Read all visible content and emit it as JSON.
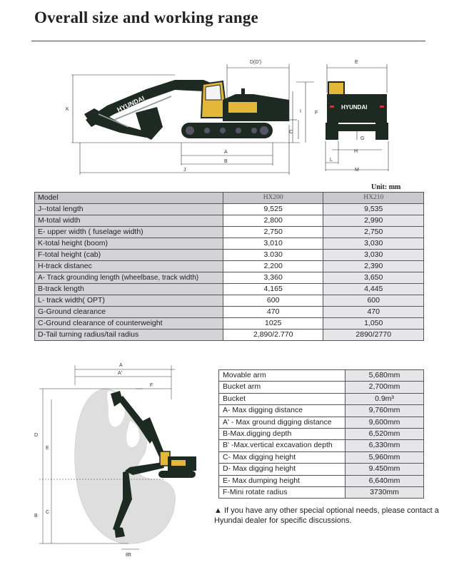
{
  "title": "Overall size and working range",
  "unit_label": "Unit: mm",
  "diagram_labels": {
    "top": {
      "dd": "D(D')",
      "e": "E",
      "k": "K",
      "i": "I",
      "f": "F",
      "c": "C",
      "a": "A",
      "b": "B",
      "j": "J",
      "g": "G",
      "h": "H",
      "l": "L",
      "m": "M",
      "brand_side": "HYUNDAI",
      "brand_rear": "HYUNDAI"
    },
    "bottom": {
      "a": "A",
      "a_prime": "A'",
      "f": "F",
      "d": "D",
      "e": "E",
      "b": "B",
      "c": "C",
      "eight_ft": "8ft"
    }
  },
  "spec_table": {
    "header": {
      "label": "Model",
      "col1": "HX200",
      "col2": "HX210"
    },
    "rows": [
      {
        "label": "J--total length",
        "v1": "9,525",
        "v2": "9,535"
      },
      {
        "label": "M-total width",
        "v1": "2,800",
        "v2": "2,990"
      },
      {
        "label": "E- upper width ( fuselage width)",
        "v1": "2,750",
        "v2": "2,750"
      },
      {
        "label": "K-total height (boom)",
        "v1": "3,010",
        "v2": "3,030"
      },
      {
        "label": "F-total height (cab)",
        "v1": "3.030",
        "v2": "3,030"
      },
      {
        "label": "H-track distanec",
        "v1": "2,200",
        "v2": "2,390"
      },
      {
        "label": "A- Track grounding length (wheelbase, track width)",
        "v1": "3,360",
        "v2": "3,650"
      },
      {
        "label": "B-track length",
        "v1": "4,165",
        "v2": "4,445"
      },
      {
        "label": "L- track width( OPT)",
        "v1": "600",
        "v2": "600"
      },
      {
        "label": "G-Ground clearance",
        "v1": "470",
        "v2": "470"
      },
      {
        "label": "C-Ground clearance of counterweight",
        "v1": "1025",
        "v2": "1,050"
      },
      {
        "label": "D-Tail turning radius/tail radius",
        "v1": "2,890/2.770",
        "v2": "2890/2770"
      }
    ]
  },
  "work_table": {
    "rows": [
      {
        "label": "Movable arm",
        "value": "5,680mm"
      },
      {
        "label": "Bucket arm",
        "value": "2,700mm"
      },
      {
        "label": "Bucket",
        "value": "0.9m³"
      },
      {
        "label": "A- Max digging distance",
        "value": "9,760mm"
      },
      {
        "label": "A' - Max ground digging distance",
        "value": "9,600mm"
      },
      {
        "label": "B-Max.digging depth",
        "value": "6,520mm"
      },
      {
        "label": "B' -Max.vertical excavation depth",
        "value": "6,330mm"
      },
      {
        "label": "C- Max digging height",
        "value": "5,960mm"
      },
      {
        "label": "D- Max digging height",
        "value": "9.450mm"
      },
      {
        "label": "E- Max dumping height",
        "value": "6,640mm"
      },
      {
        "label": "F-Mini rotate radius",
        "value": "3730mm"
      }
    ]
  },
  "note": "▲ If you have any other special optional needs, please contact a Hyundai dealer for specific discussions.",
  "colors": {
    "machine_body": "#1d2a22",
    "accent_yellow": "#e2b73a",
    "label_cell": "#d4d4d6",
    "value_cell": "#e6e6e8",
    "range_fill": "#dedede"
  }
}
